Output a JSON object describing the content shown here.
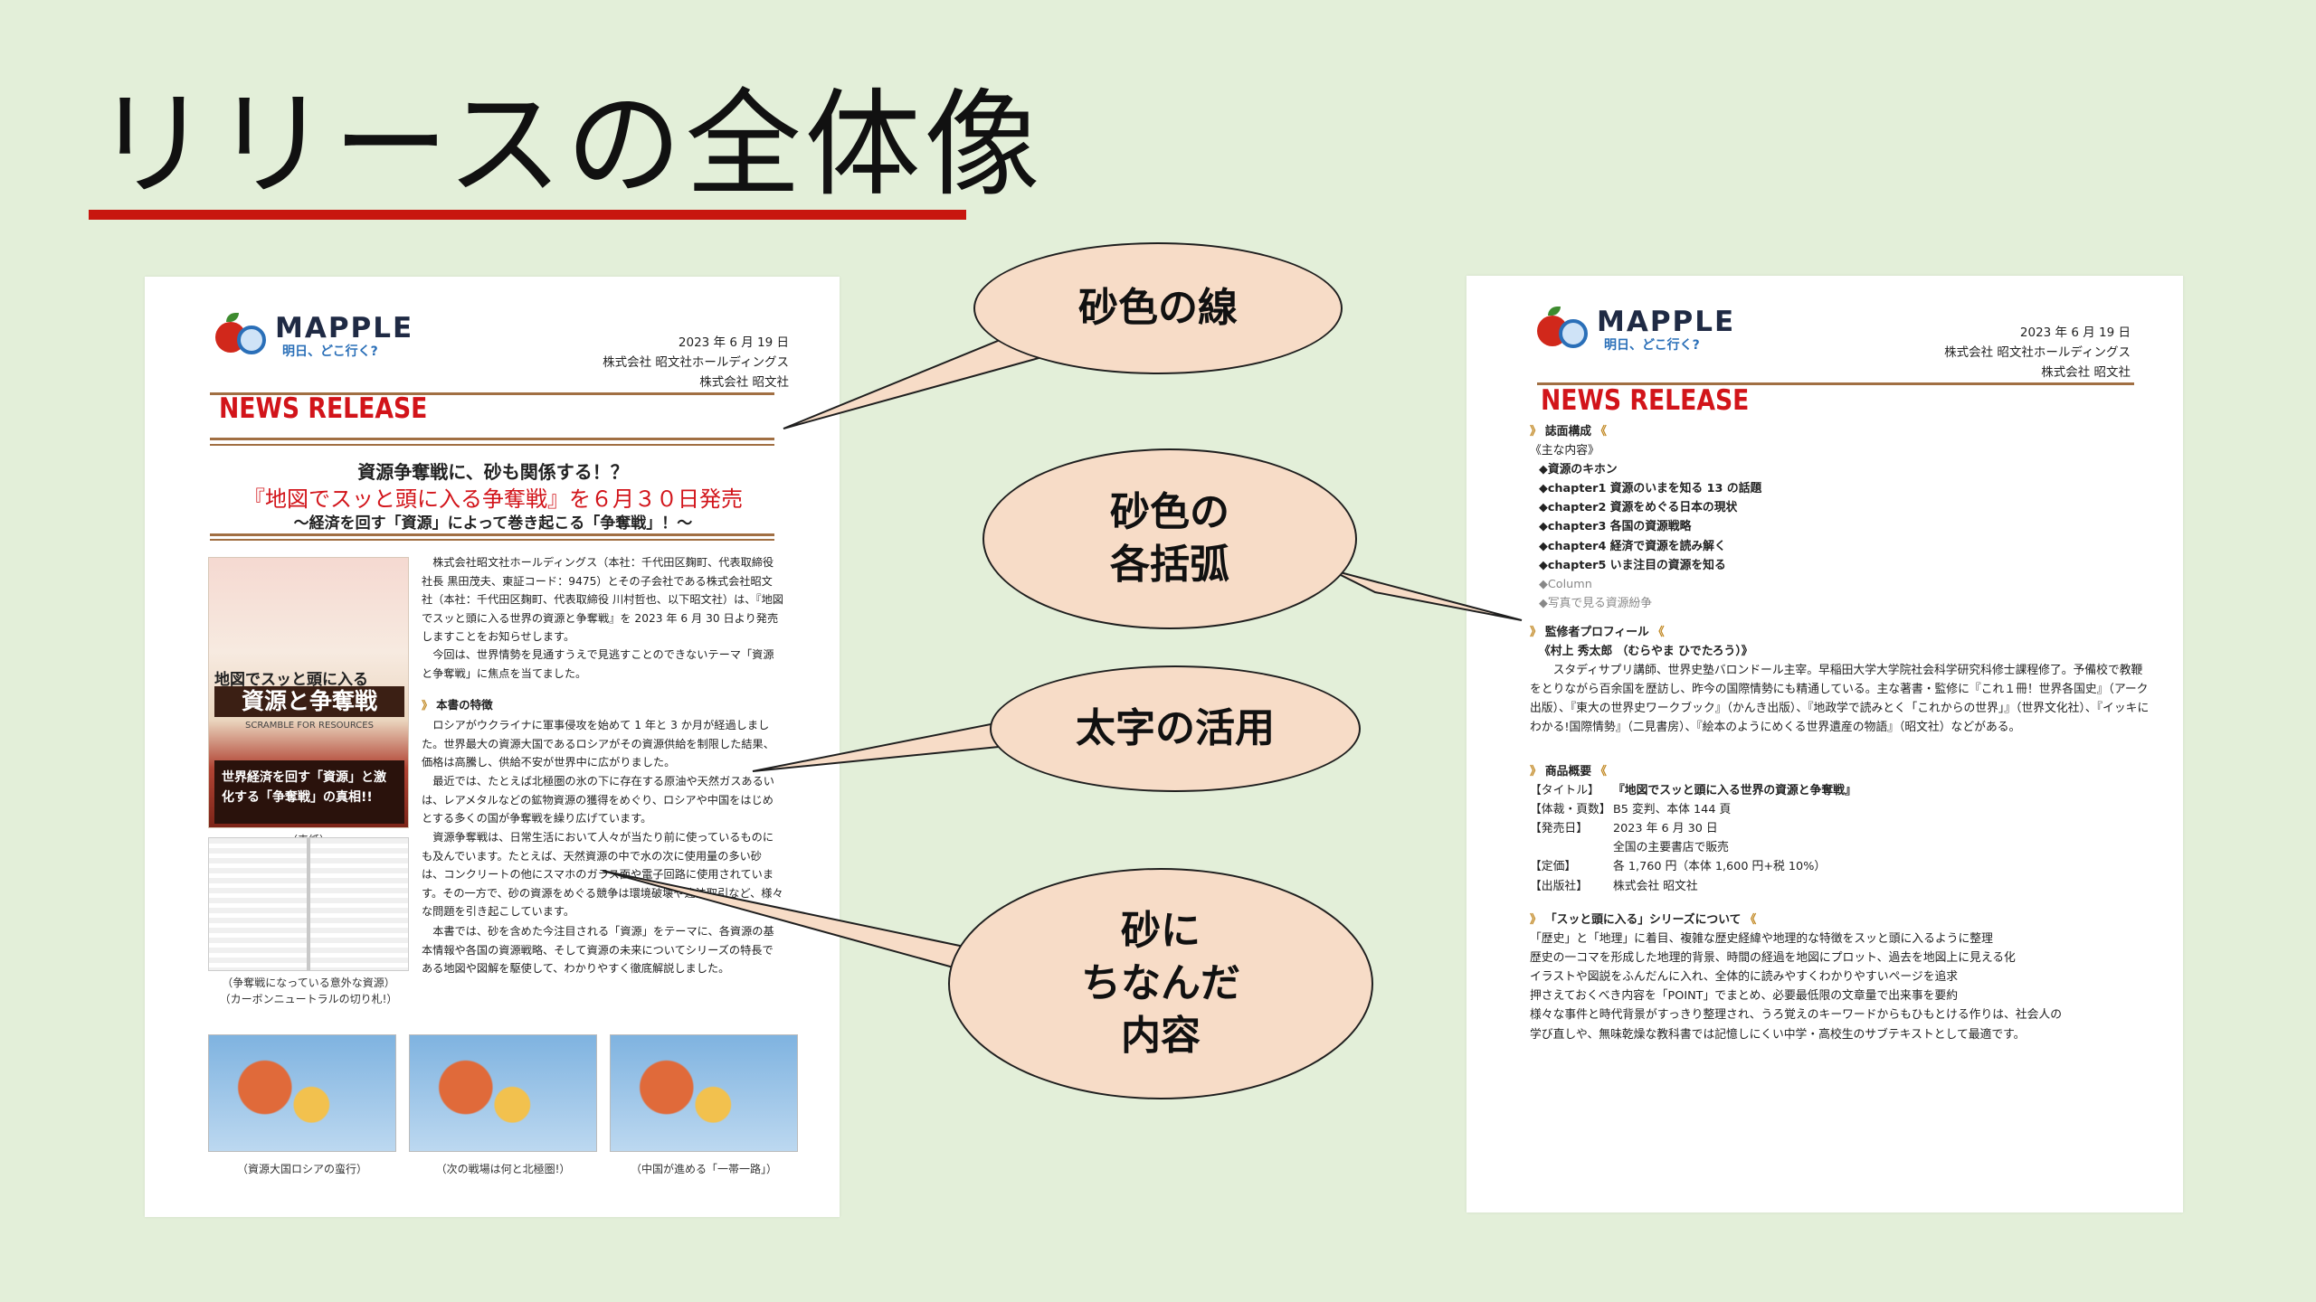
{
  "slide": {
    "title": "リリースの全体像"
  },
  "colors": {
    "background": "#e3efd9",
    "title_rule": "#c8160f",
    "sand": "#a16f43",
    "callout_fill": "#f7dcc7",
    "brand_red": "#d2141a"
  },
  "callouts": [
    {
      "text": "砂色の線"
    },
    {
      "text": "砂色の\n各括弧"
    },
    {
      "text": "太字の活用"
    },
    {
      "text": "砂に\nちなんだ\n内容"
    }
  ],
  "left_page": {
    "logo": {
      "word": "MAPPLE",
      "tagline": "明日、どこ行く?"
    },
    "date": "2023 年 6 月 19 日",
    "company_1": "株式会社 昭文社ホールディングス",
    "company_2": "株式会社 昭文社",
    "news_release": "NEWS RELEASE",
    "lead_1": "資源争奪戦に、砂も関係する！？",
    "lead_2": "『地図でスッと頭に入る争奪戦』を６月３０日発売",
    "lead_3": "～経済を回す「資源」によって巻き起こる「争奪戦」！～",
    "cover": {
      "head": "地図でスッと頭に入る",
      "title": "資源と争奪戦",
      "sub": "SCRAMBLE FOR RESOURCES",
      "band": "世界経済を回す「資源」と激化する「争奪戦」の真相!!"
    },
    "captions": {
      "cover": "（表紙）",
      "spread_1": "（争奪戦になっている意外な資源）\n（カーボンニュートラルの切り札!）",
      "map_1": "（資源大国ロシアの蛮行）",
      "map_2": "（次の戦場は何と北極圏!）",
      "map_3": "（中国が進める「一帯一路」）"
    },
    "intro": "株式会社昭文社ホールディングス（本社：千代田区麹町、代表取締役社長 黒田茂夫、東証コード：9475）とその子会社である株式会社昭文社（本社：千代田区麹町、代表取締役 川村哲也、以下昭文社）は、『地図でスッと頭に入る世界の資源と争奪戦』を 2023 年 6 月 30 日より発売しますことをお知らせします。",
    "intro_2": "今回は、世界情勢を見通すうえで見逃すことのできないテーマ「資源と争奪戦」に焦点を当てました。",
    "section_features": "本書の特徴",
    "features_1": "ロシアがウクライナに軍事侵攻を始めて 1 年と 3 か月が経過しました。世界最大の資源大国であるロシアがその資源供給を制限した結果、価格は高騰し、供給不安が世界中に広がりました。",
    "features_2": "最近では、たとえば北極圏の氷の下に存在する原油や天然ガスあるいは、レアメタルなどの鉱物資源の獲得をめぐり、ロシアや中国をはじめとする多くの国が争奪戦を繰り広げています。",
    "features_3": "資源争奪戦は、日常生活において人々が当たり前に使っているものにも及んでいます。たとえば、天然資源の中で水の次に使用量の多い砂は、コンクリートの他にスマホのガラス面や電子回路に使用されています。その一方で、砂の資源をめぐる競争は環境破壊や違法取引など、様々な問題を引き起こしています。",
    "features_4": "本書では、砂を含めた今注目される「資源」をテーマに、各資源の基本情報や各国の資源戦略、そして資源の未来についてシリーズの特長である地図や図解を駆使して、わかりやすく徹底解説しました。"
  },
  "right_page": {
    "logo": {
      "word": "MAPPLE",
      "tagline": "明日、どこ行く?"
    },
    "date": "2023 年 6 月 19 日",
    "company_1": "株式会社 昭文社ホールディングス",
    "company_2": "株式会社 昭文社",
    "news_release": "NEWS RELEASE",
    "section_contents": "誌面構成",
    "contents_label": "《主な内容》",
    "contents": [
      "◆資源のキホン",
      "◆chapter1 資源のいまを知る 13 の話題",
      "◆chapter2 資源をめぐる日本の現状",
      "◆chapter3 各国の資源戦略",
      "◆chapter4 経済で資源を読み解く",
      "◆chapter5 いま注目の資源を知る"
    ],
    "contents_gray": [
      "◆Column",
      "◆写真で見る資源紛争"
    ],
    "section_profile": "監修者プロフィール",
    "profile_name": "《村上 秀太郎 （むらやま ひでたろう）》",
    "profile_text": "スタディサプリ講師、世界史塾バロンドール主宰。早稲田大学大学院社会科学研究科修士課程修了。予備校で教鞭をとりながら百余国を歴訪し、昨今の国際情勢にも精通している。主な著書・監修に『これ１冊！世界各国史』（アーク出版）、『東大の世界史ワークブック』（かんき出版）、『地政学で読みとく「これからの世界」』（世界文化社）、『イッキにわかる!国際情勢』（二見書房）、『絵本のようにめくる世界遺産の物語』（昭文社）などがある。",
    "section_product": "商品概要",
    "product": [
      {
        "label": "【タイトル】",
        "value": "『地図でスッと頭に入る世界の資源と争奪戦』"
      },
      {
        "label": "【体裁・頁数】",
        "value": "B5 変判、本体 144 頁"
      },
      {
        "label": "【発売日】",
        "value": "2023 年 6 月 30 日"
      },
      {
        "label": "",
        "value": "全国の主要書店で販売"
      },
      {
        "label": "【定価】",
        "value": "各 1,760 円（本体 1,600 円+税 10%）"
      },
      {
        "label": "【出版社】",
        "value": "株式会社 昭文社"
      }
    ],
    "section_series": "「スッと頭に入る」シリーズについて",
    "series_text": [
      "「歴史」と「地理」に着目、複雑な歴史経緯や地理的な特徴をスッと頭に入るように整理",
      "歴史の一コマを形成した地理的背景、時間の経過を地図にプロット、過去を地図上に見える化",
      "イラストや図説をふんだんに入れ、全体的に読みやすくわかりやすいページを追求",
      "押さえておくべき内容を「POINT」でまとめ、必要最低限の文章量で出来事を要約",
      "様々な事件と時代背景がすっきり整理され、うろ覚えのキーワードからもひもとける作りは、社会人の",
      "学び直しや、無味乾燥な教科書では記憶しにくい中学・高校生のサブテキストとして最適です。"
    ]
  }
}
